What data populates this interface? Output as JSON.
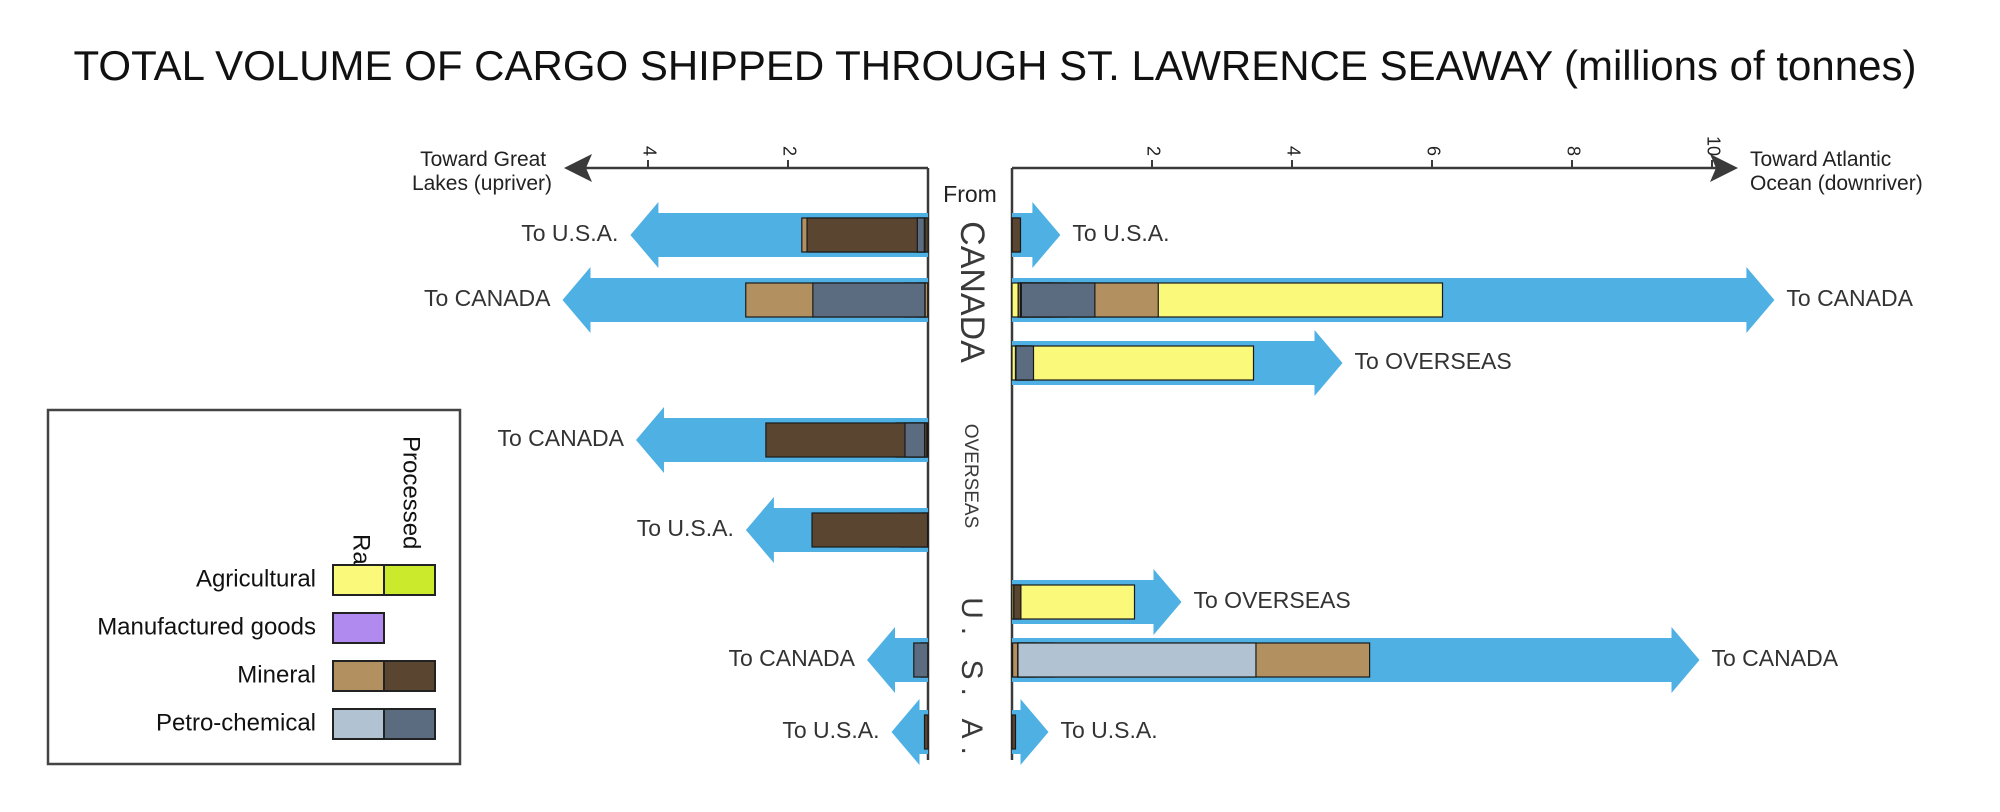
{
  "chart_data": {
    "type": "bar",
    "title": "TOTAL VOLUME OF CARGO SHIPPED THROUGH ST. LAWRENCE SEAWAY (millions of tonnes)",
    "left_axis": {
      "label": "Toward Great Lakes (upriver)",
      "ticks": [
        2,
        4
      ]
    },
    "right_axis": {
      "label": "Toward Atlantic Ocean (downriver)",
      "ticks": [
        2,
        4,
        6,
        8,
        10
      ]
    },
    "from_label": "From",
    "origins": [
      {
        "name": "CANADA"
      },
      {
        "name": "OVERSEAS"
      },
      {
        "name": "U. S. A."
      }
    ],
    "colors": {
      "agri_raw": "#faf97a",
      "agri_proc": "#cbea2c",
      "manufactured": "#b18af0",
      "mineral_raw": "#b2905f",
      "mineral_proc": "#5a4530",
      "petro_raw": "#b1c3d3",
      "petro_proc": "#5b6c80",
      "arrow": "#4fb0e4"
    },
    "flows": [
      {
        "origin": "CANADA",
        "direction": "upriver",
        "destination": "To U.S.A.",
        "segments": [
          {
            "category": "manufactured",
            "value": 0.18
          },
          {
            "category": "mineral_raw",
            "value": 1.8
          },
          {
            "category": "mineral_proc",
            "value": 1.7
          },
          {
            "category": "petro_proc",
            "value": 0.1
          }
        ]
      },
      {
        "origin": "CANADA",
        "direction": "upriver",
        "destination": "To CANADA",
        "segments": [
          {
            "category": "agri_proc",
            "value": 0.15
          },
          {
            "category": "manufactured",
            "value": 0.1
          },
          {
            "category": "mineral_raw",
            "value": 2.6
          },
          {
            "category": "mineral_proc",
            "value": 0.3
          },
          {
            "category": "petro_proc",
            "value": 1.6
          }
        ]
      },
      {
        "origin": "CANADA",
        "direction": "downriver",
        "destination": "To U.S.A.",
        "segments": [
          {
            "category": "mineral_raw",
            "value": 0.1
          },
          {
            "category": "mineral_proc",
            "value": 0.12
          }
        ]
      },
      {
        "origin": "CANADA",
        "direction": "downriver",
        "destination": "To CANADA",
        "segments": [
          {
            "category": "agri_raw",
            "value": 6.15
          },
          {
            "category": "manufactured",
            "value": 0.12
          },
          {
            "category": "mineral_raw",
            "value": 2.0
          },
          {
            "category": "mineral_proc",
            "value": 0.45
          },
          {
            "category": "petro_raw",
            "value": 0.65
          },
          {
            "category": "petro_proc",
            "value": 1.05
          }
        ]
      },
      {
        "origin": "CANADA",
        "direction": "downriver",
        "destination": "To OVERSEAS",
        "segments": [
          {
            "category": "agri_raw",
            "value": 3.45
          },
          {
            "category": "agri_proc",
            "value": 0.2
          },
          {
            "category": "mineral_raw",
            "value": 0.25
          },
          {
            "category": "mineral_proc",
            "value": 0.1
          },
          {
            "category": "petro_proc",
            "value": 0.25
          }
        ]
      },
      {
        "origin": "OVERSEAS",
        "direction": "upriver",
        "destination": "To CANADA",
        "segments": [
          {
            "category": "agri_proc",
            "value": 0.45
          },
          {
            "category": "manufactured",
            "value": 0.22
          },
          {
            "category": "mineral_raw",
            "value": 0.45
          },
          {
            "category": "mineral_proc",
            "value": 2.3
          },
          {
            "category": "petro_proc",
            "value": 0.28
          }
        ]
      },
      {
        "origin": "OVERSEAS",
        "direction": "upriver",
        "destination": "To U.S.A.",
        "segments": [
          {
            "category": "manufactured",
            "value": 0.08
          },
          {
            "category": "mineral_raw",
            "value": 0.4
          },
          {
            "category": "mineral_proc",
            "value": 1.65
          }
        ]
      },
      {
        "origin": "U. S. A.",
        "direction": "upriver",
        "destination": "To CANADA",
        "segments": [
          {
            "category": "manufactured",
            "value": 0.1
          },
          {
            "category": "mineral_proc",
            "value": 0.1
          },
          {
            "category": "petro_proc",
            "value": 0.2
          }
        ]
      },
      {
        "origin": "U. S. A.",
        "direction": "upriver",
        "destination": "To U.S.A.",
        "segments": [
          {
            "category": "mineral_proc",
            "value": 0.05
          }
        ]
      },
      {
        "origin": "U. S. A.",
        "direction": "downriver",
        "destination": "To OVERSEAS",
        "segments": [
          {
            "category": "agri_raw",
            "value": 1.75
          },
          {
            "category": "agri_proc",
            "value": 0.1
          },
          {
            "category": "mineral_proc",
            "value": 0.1
          }
        ]
      },
      {
        "origin": "U. S. A.",
        "direction": "downriver",
        "destination": "To CANADA",
        "segments": [
          {
            "category": "agri_raw",
            "value": 0.6
          },
          {
            "category": "mineral_raw",
            "value": 5.1
          },
          {
            "category": "mineral_proc",
            "value": 0.25
          },
          {
            "category": "petro_raw",
            "value": 3.4
          }
        ]
      },
      {
        "origin": "U. S. A.",
        "direction": "downriver",
        "destination": "To U.S.A.",
        "segments": [
          {
            "category": "mineral_proc",
            "value": 0.05
          }
        ]
      }
    ],
    "legend": {
      "headers": [
        "Raw",
        "Processed"
      ],
      "rows": [
        {
          "label": "Agricultural",
          "raw": "agri_raw",
          "processed": "agri_proc"
        },
        {
          "label": "Manufactured goods",
          "raw": "manufactured",
          "processed": null
        },
        {
          "label": "Mineral",
          "raw": "mineral_raw",
          "processed": "mineral_proc"
        },
        {
          "label": "Petro-chemical",
          "raw": "petro_raw",
          "processed": "petro_proc"
        }
      ]
    }
  }
}
